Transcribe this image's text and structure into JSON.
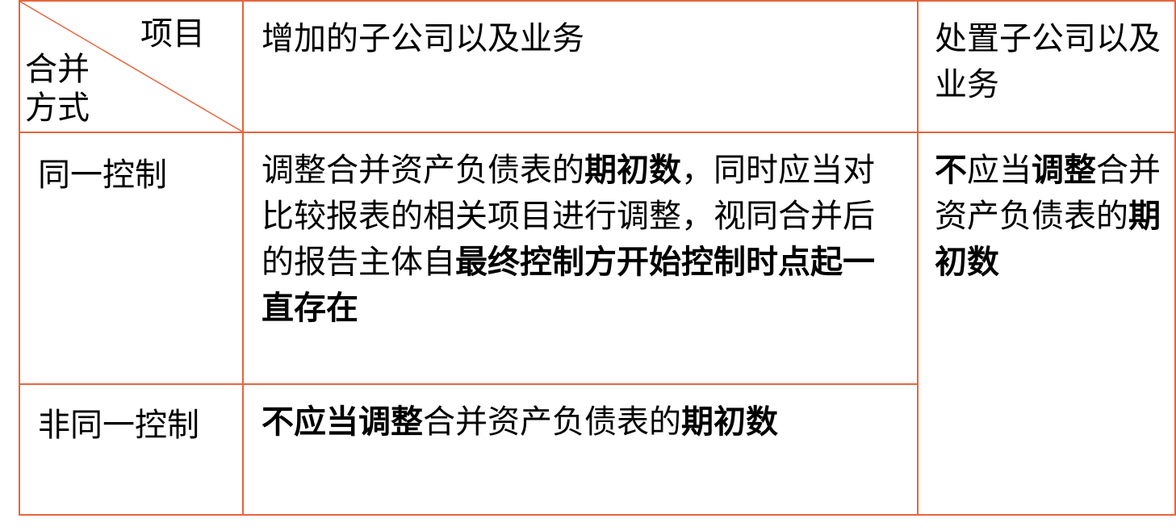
{
  "table": {
    "header": {
      "corner_top": "项目",
      "corner_bottom": "合并方式",
      "col_add": "增加的子公司以及业务",
      "col_dispose": "处置子公司以及业务"
    },
    "rows": [
      {
        "label": "同一控制",
        "add_segments": [
          {
            "text": "调整合并资产负债表的",
            "bold": false
          },
          {
            "text": "期初数",
            "bold": true
          },
          {
            "text": "，同时应当对比较报表的相关项目进行调整，视同合并后的报告主体自",
            "bold": false
          },
          {
            "text": "最终控制方开始控制时点起一直存在",
            "bold": true
          }
        ]
      },
      {
        "label": "非同一控制",
        "add_segments": [
          {
            "text": "不应当调整",
            "bold": true
          },
          {
            "text": "合并资产负债表的",
            "bold": false
          },
          {
            "text": "期初数",
            "bold": true
          }
        ]
      }
    ],
    "dispose_segments": [
      {
        "text": "不",
        "bold": true
      },
      {
        "text": "应当",
        "bold": false
      },
      {
        "text": "调整",
        "bold": true
      },
      {
        "text": "合并资产负债表的",
        "bold": false
      },
      {
        "text": "期初数",
        "bold": true
      }
    ]
  },
  "colors": {
    "border": "#E8643C",
    "text": "#000000"
  }
}
